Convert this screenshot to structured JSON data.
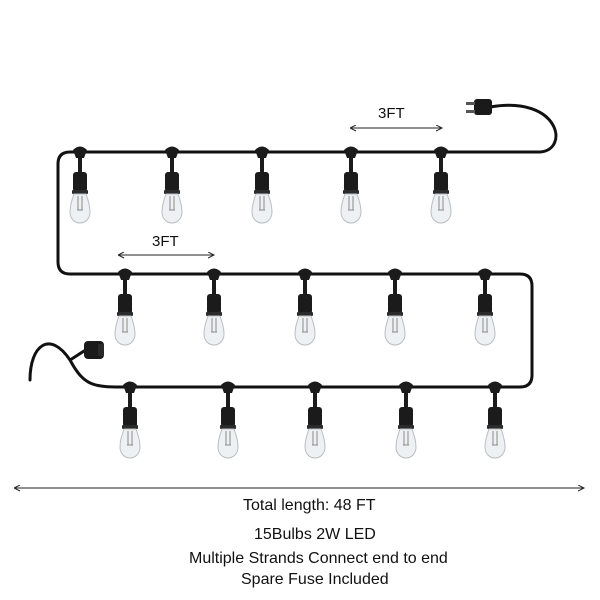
{
  "diagram": {
    "spacing_label_top": "3FT",
    "spacing_label_middle": "3FT",
    "specs": {
      "total_length": "Total length: 48 FT",
      "bulbs": "15Bulbs 2W LED",
      "connect": "Multiple Strands Connect end to end",
      "fuse": "Spare Fuse Included"
    },
    "bulbs_per_row": 5,
    "rows": 3,
    "colors": {
      "cord": "#111111",
      "socket": "#1b1b1b",
      "glass": "#eef1f3",
      "filament": "#8a8a8a"
    }
  }
}
